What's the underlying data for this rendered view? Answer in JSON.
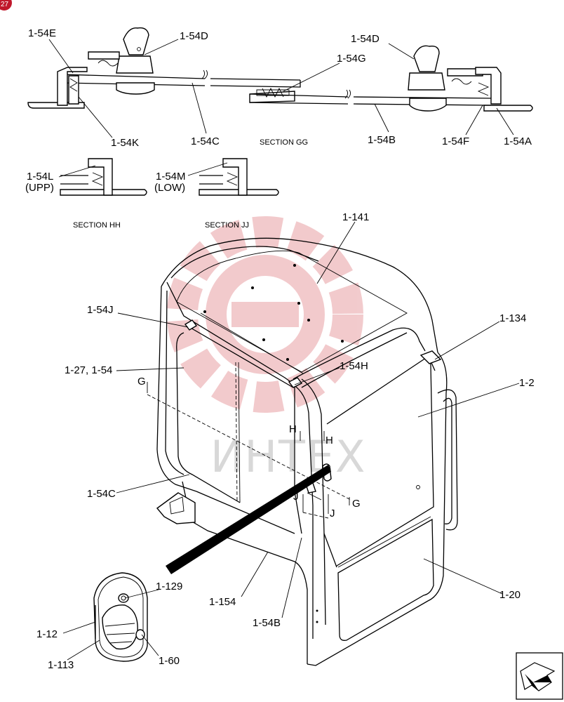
{
  "labels": {
    "l_1_54E": "1-54E",
    "l_1_54D_left": "1-54D",
    "l_1_54D_right": "1-54D",
    "l_1_54G": "1-54G",
    "l_1_54K": "1-54K",
    "l_1_54C_top": "1-54C",
    "l_1_54B_top": "1-54B",
    "l_1_54F": "1-54F",
    "l_1_54A": "1-54A",
    "l_1_54L": "1-54L",
    "l_upp": "(UPP)",
    "l_1_54M": "1-54M",
    "l_low": "(LOW)",
    "l_1_141": "1-141",
    "l_1_54J": "1-54J",
    "l_1_134": "1-134",
    "l_1_27": "1-27, 1-54",
    "l_1_54H": "1-54H",
    "l_1_2": "1-2",
    "l_G_left": "G",
    "l_H_1": "H",
    "l_H_2": "H",
    "l_1_54C_mid": "1-54C",
    "l_J_1": "J",
    "l_J_2": "J",
    "l_G_right": "G",
    "l_1_129": "1-129",
    "l_1_20": "1-20",
    "l_1_154": "1-154",
    "l_1_12": "1-12",
    "l_1_54B_bot": "1-54B",
    "l_1_113": "1-113",
    "l_1_60": "1-60"
  },
  "sections": {
    "gg": "SECTION GG",
    "hh": "SECTION HH",
    "jj": "SECTION JJ"
  },
  "watermark": "ИНТЕХ",
  "badge": "27",
  "colors": {
    "line": "#000000",
    "watermark_red": "#e8a0a4",
    "badge": "#c0182c"
  },
  "icons": [
    "watermark-gear-icon",
    "next-page-arrow-icon"
  ]
}
